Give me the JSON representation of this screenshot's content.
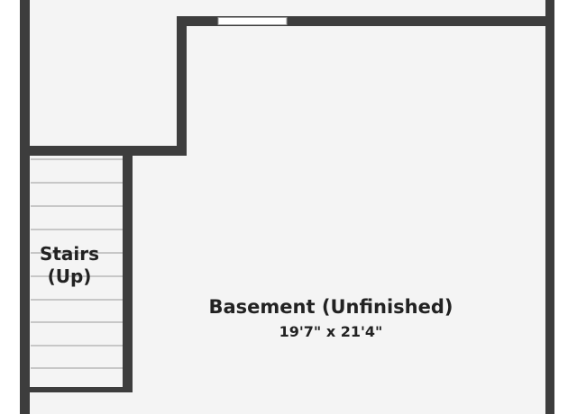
{
  "rooms": {
    "stairs": {
      "name_line1": "Stairs",
      "name_line2": "(Up)"
    },
    "basement": {
      "name": "Basement (Unfinished)",
      "dimensions": "19'7\" x 21'4\""
    }
  },
  "colors": {
    "wall": "#3d3d3d",
    "floor": "#f4f4f4",
    "stair_line": "#b8b8b8",
    "window": "#ffffff"
  }
}
